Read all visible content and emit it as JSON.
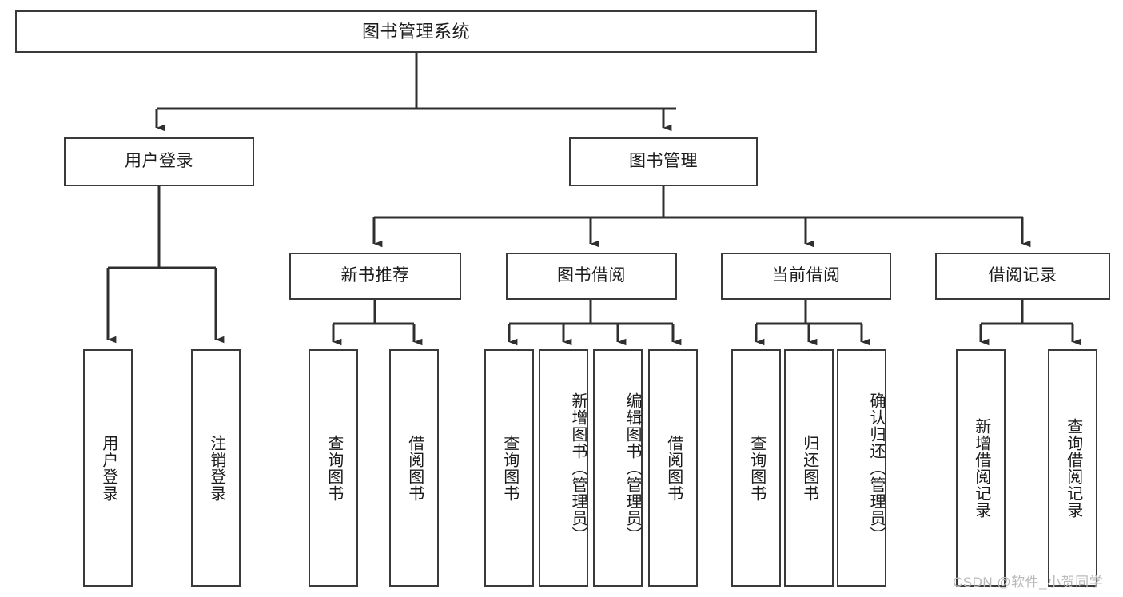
{
  "diagram": {
    "title": "图书管理系统",
    "type": "tree-hierarchy",
    "colors": {
      "box_border": "#3a3a3a",
      "box_fill": "#ffffff",
      "edge": "#2f2f2f",
      "text": "#1c1c1c",
      "watermark": "#b9b9b9",
      "background": "#ffffff"
    },
    "root": {
      "label": "图书管理系统"
    },
    "level2": [
      {
        "label": "用户登录"
      },
      {
        "label": "图书管理"
      }
    ],
    "level3": [
      {
        "label": "新书推荐"
      },
      {
        "label": "图书借阅"
      },
      {
        "label": "当前借阅"
      },
      {
        "label": "借阅记录"
      }
    ],
    "leaves": {
      "user_login": [
        {
          "label": "用户登录"
        },
        {
          "label": "注销登录"
        }
      ],
      "new_book_recommend": [
        {
          "label": "查询图书"
        },
        {
          "label": "借阅图书"
        }
      ],
      "book_borrow": [
        {
          "label": "查询图书"
        },
        {
          "label": "新增图书（管理员）"
        },
        {
          "label": "编辑图书（管理员）"
        },
        {
          "label": "借阅图书"
        }
      ],
      "current_borrow": [
        {
          "label": "查询图书"
        },
        {
          "label": "归还图书"
        },
        {
          "label": "确认归还（管理员）"
        }
      ],
      "borrow_record": [
        {
          "label": "新增借阅记录"
        },
        {
          "label": "查询借阅记录"
        }
      ]
    },
    "watermark": {
      "text": "CSDN @软件_小贺同学"
    }
  }
}
